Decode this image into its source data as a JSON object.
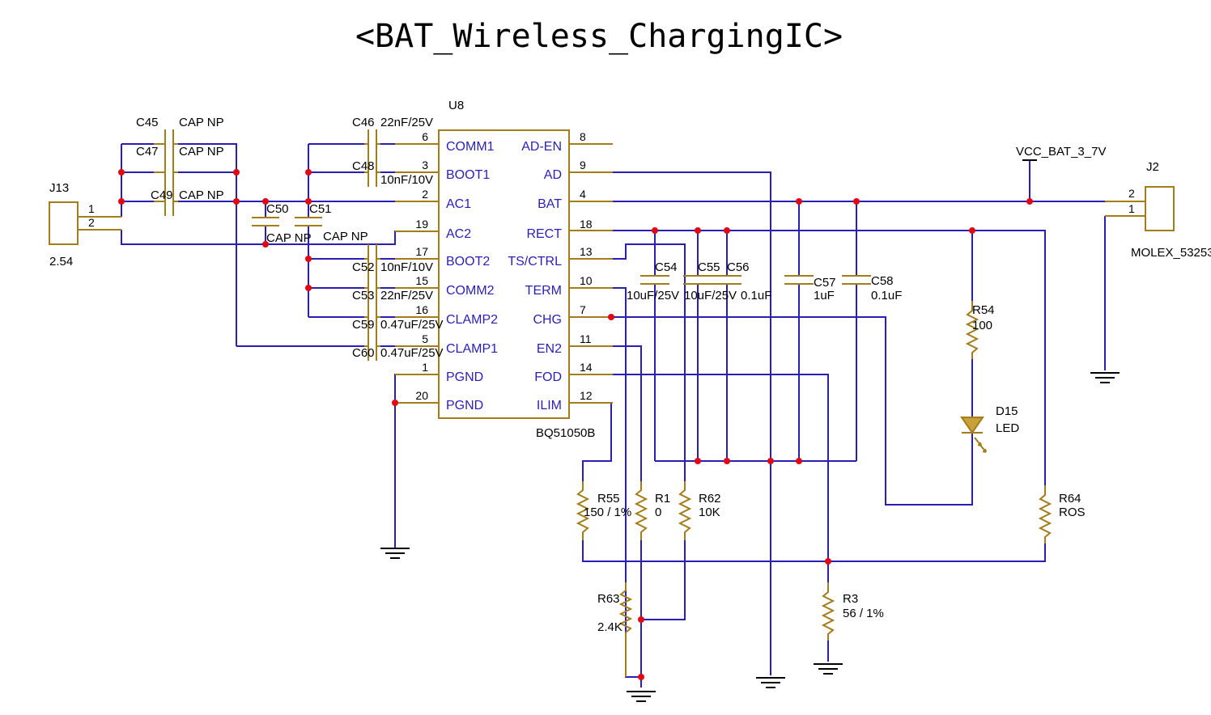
{
  "title": "<BAT_Wireless_ChargingIC>",
  "colors": {
    "wire": "#2a1fb5",
    "component": "#a27d1a",
    "junction": "#e30613",
    "text": "#000000"
  },
  "ic": {
    "ref": "U8",
    "part": "BQ51050B",
    "left_pins": [
      {
        "num": "6",
        "name": "COMM1"
      },
      {
        "num": "3",
        "name": "BOOT1"
      },
      {
        "num": "2",
        "name": "AC1"
      },
      {
        "num": "19",
        "name": "AC2"
      },
      {
        "num": "17",
        "name": "BOOT2"
      },
      {
        "num": "15",
        "name": "COMM2"
      },
      {
        "num": "16",
        "name": "CLAMP2"
      },
      {
        "num": "5",
        "name": "CLAMP1"
      },
      {
        "num": "1",
        "name": "PGND"
      },
      {
        "num": "20",
        "name": "PGND"
      }
    ],
    "right_pins": [
      {
        "num": "8",
        "name": "AD-EN"
      },
      {
        "num": "9",
        "name": "AD"
      },
      {
        "num": "4",
        "name": "BAT"
      },
      {
        "num": "18",
        "name": "RECT"
      },
      {
        "num": "13",
        "name": "TS/CTRL"
      },
      {
        "num": "10",
        "name": "TERM"
      },
      {
        "num": "7",
        "name": "CHG"
      },
      {
        "num": "11",
        "name": "EN2"
      },
      {
        "num": "14",
        "name": "FOD"
      },
      {
        "num": "12",
        "name": "ILIM"
      }
    ]
  },
  "connectors": {
    "j13": {
      "ref": "J13",
      "value": "2.54",
      "pin1": "1",
      "pin2": "2"
    },
    "j2": {
      "ref": "J2",
      "value": "MOLEX_53253",
      "pin1": "1",
      "pin2": "2"
    }
  },
  "capacitors": {
    "c45": {
      "ref": "C45",
      "value": "CAP NP"
    },
    "c47": {
      "ref": "C47",
      "value": "CAP NP"
    },
    "c49": {
      "ref": "C49",
      "value": "CAP NP"
    },
    "c50": {
      "ref": "C50",
      "value": "CAP NP"
    },
    "c51": {
      "ref": "C51",
      "value": "CAP NP"
    },
    "c46": {
      "ref": "C46",
      "value": "22nF/25V"
    },
    "c48": {
      "ref": "C48",
      "value": "10nF/10V"
    },
    "c52": {
      "ref": "C52",
      "value": "10nF/10V"
    },
    "c53": {
      "ref": "C53",
      "value": "22nF/25V"
    },
    "c59": {
      "ref": "C59",
      "value": "0.47uF/25V"
    },
    "c60": {
      "ref": "C60",
      "value": "0.47uF/25V"
    },
    "c54": {
      "ref": "C54",
      "value": "10uF/25V"
    },
    "c55": {
      "ref": "C55",
      "value": "10uF/25V"
    },
    "c56": {
      "ref": "C56",
      "value": "0.1uF"
    },
    "c57": {
      "ref": "C57",
      "value": "1uF"
    },
    "c58": {
      "ref": "C58",
      "value": "0.1uF"
    }
  },
  "resistors": {
    "r55": {
      "ref": "R55",
      "value": "150 / 1%"
    },
    "r1": {
      "ref": "R1",
      "value": "0"
    },
    "r62": {
      "ref": "R62",
      "value": "10K"
    },
    "r63": {
      "ref": "R63",
      "value": "2.4K"
    },
    "r3": {
      "ref": "R3",
      "value": "56 / 1%"
    },
    "r54": {
      "ref": "R54",
      "value": "100"
    },
    "r64": {
      "ref": "R64",
      "value": "ROS"
    }
  },
  "led": {
    "ref": "D15",
    "value": "LED"
  },
  "net_vcc": "VCC_BAT_3_7V"
}
